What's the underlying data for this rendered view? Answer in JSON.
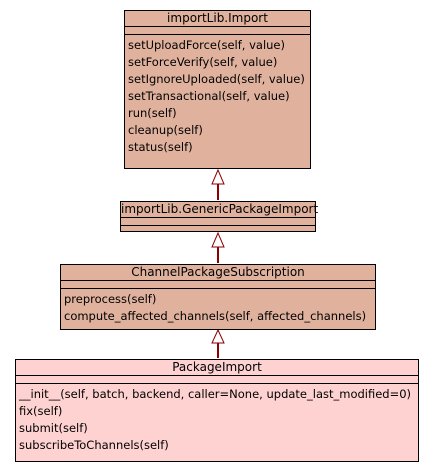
{
  "classes": [
    {
      "name": "importLib.Import",
      "operations": [
        "setUploadForce(self, value)",
        "setForceVerify(self, value)",
        "setIgnoreUploaded(self, value)",
        "setTransactional(self, value)",
        "run(self)",
        "cleanup(self)",
        "status(self)"
      ]
    },
    {
      "name": "importLib.GenericPackageImport",
      "operations": []
    },
    {
      "name": "ChannelPackageSubscription",
      "operations": [
        "preprocess(self)",
        "compute_affected_channels(self, affected_channels)"
      ]
    },
    {
      "name": "PackageImport",
      "operations": [
        "__init__(self, batch, backend, caller=None, update_last_modified=0)",
        "fix(self)",
        "submit(self)",
        "subscribeToChannels(self)"
      ]
    }
  ],
  "colors": {
    "parent_fill": "#e0b29e",
    "leaf_fill": "#ffd2d2",
    "inheritance_line": "#8b0000"
  }
}
